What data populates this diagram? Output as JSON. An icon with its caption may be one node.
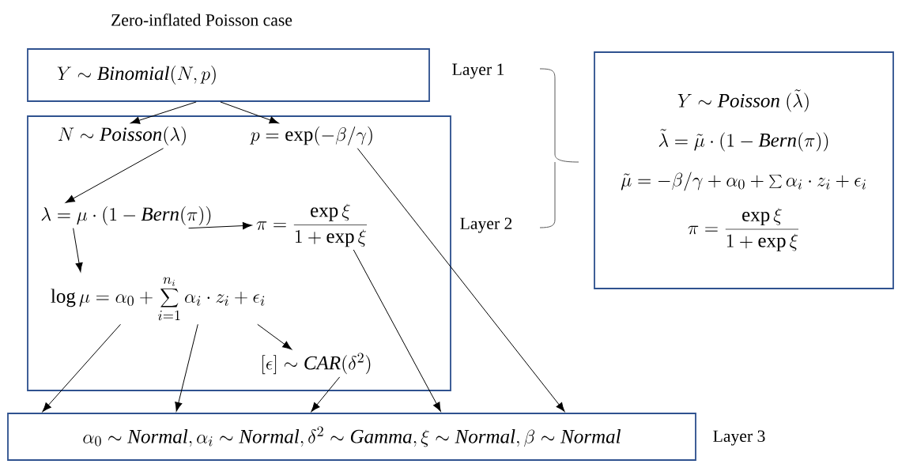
{
  "diagram": {
    "title": "Zero-inflated Poisson case",
    "nodes": [
      {
        "text": [
          "Y \\sim \\mathit{Binomial}(N,p)"
        ]
      },
      {
        "text": [],
        "shape": "box"
      },
      {
        "text": [
          "N \\sim \\mathit{Poisson}(\\lambda)"
        ],
        "in": 1
      },
      {
        "text": [
          "p = \\exp(-\\beta/\\gamma)"
        ],
        "in": 1
      },
      {
        "text": [
          "\\lambda = \\mu \\cdot (1-\\mathit{Bern}(\\pi))"
        ],
        "in": 1
      },
      {
        "text": [
          "\\pi = \\frac{\\exp\\xi}{1+\\exp\\xi}"
        ],
        "in": 1
      },
      {
        "text": [
          "\\log\\mu = \\alpha_0 + \\sum_{i=1}^{n_i} \\alpha_i \\cdot z_i + \\epsilon_i"
        ],
        "in": 1
      },
      {
        "text": [
          "[\\epsilon] \\sim \\mathit{CAR}(\\delta^2)"
        ],
        "in": 1
      },
      {
        "text": [
          "\\alpha_0 \\sim \\mathit{Normal}, \\alpha_i \\sim \\mathit{Normal}, \\delta^2 \\sim \\mathit{Gamma}, \\xi \\sim \\mathit{Normal}, \\beta \\sim \\mathit{Normal}"
        ]
      },
      {
        "text": [
          "Y \\sim \\mathit{Poisson}\\ (\\tilde{\\lambda})",
          "\\tilde{\\lambda} = \\tilde{\\mu} \\cdot (1-\\mathit{Bern}(\\pi))",
          "\\tilde{\\mu} = -\\beta/\\gamma + \\alpha_0 + \\textstyle\\sum\\alpha_i \\cdot z_i + \\epsilon_i",
          "\\pi = \\frac{\\exp\\xi}{1+\\exp\\xi}"
        ]
      }
    ],
    "edges": [
      {
        "from": 0,
        "to": 2,
        "arrow": "to"
      },
      {
        "from": 0,
        "to": 3,
        "arrow": "to"
      },
      {
        "from": 2,
        "to": 4,
        "arrow": "to"
      },
      {
        "from": 4,
        "to": 5,
        "arrow": "to"
      },
      {
        "from": 4,
        "to": 6,
        "arrow": "to"
      },
      {
        "from": 6,
        "to": 8,
        "arrow": "to"
      },
      {
        "from": 6,
        "to": 8,
        "arrow": "to"
      },
      {
        "from": 6,
        "to": 7,
        "arrow": "to"
      },
      {
        "from": 7,
        "to": 8,
        "arrow": "to"
      },
      {
        "from": 5,
        "to": 8,
        "arrow": "to"
      },
      {
        "from": 3,
        "to": 8,
        "arrow": "to"
      }
    ],
    "labels": [
      "Layer 1",
      "Layer 2",
      "Layer 3"
    ]
  }
}
